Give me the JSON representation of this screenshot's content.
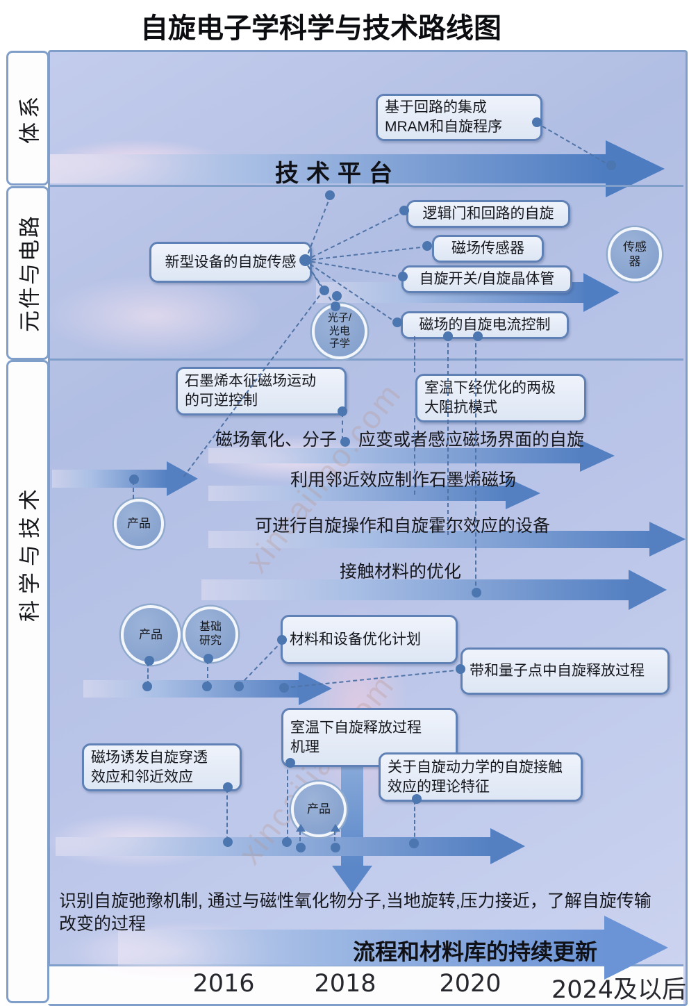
{
  "title": "自旋电子学科学与技术路线图",
  "watermark": "xincailiao.com",
  "bands": [
    {
      "label": "体系"
    },
    {
      "label": "元件与电路"
    },
    {
      "label": "科学与技术"
    }
  ],
  "system": {
    "platform_arrow_label": "技术平台",
    "mram_box": "基于回路的集成\nMRAM和自旋程序"
  },
  "components": {
    "hub_box": "新型设备的自旋传感",
    "logic_box": "逻辑门和回路的自旋",
    "field_sensor_box": "磁场传感器",
    "spin_switch_box": "自旋开关/自旋晶体管",
    "spin_current_box": "磁场的自旋电流控制",
    "sensor_circle": "传感\n器",
    "photonics_circle": "光子/\n光电\n子学"
  },
  "science": {
    "graphene_box": "石墨烯本征磁场运动\n的可逆控制",
    "room_temp_opt_box": "室温下经优化的两极\n大阻抗模式",
    "track1_left": "磁场氧化、分子",
    "track1_right": "应变或者感应磁场界面的自旋",
    "track2": "利用邻近效应制作石墨烯磁场",
    "track3": "可进行自旋操作和自旋霍尔效应的设备",
    "track4": "接触材料的优化",
    "product_circle_1": "产品",
    "product_circle_2": "产品",
    "basic_research_circle": "基础\n研究",
    "material_plan_box": "材料和设备优化计划",
    "band_qdot_box": "带和量子点中自旋释放过程",
    "room_temp_release_box": "室温下自旋释放过程\n机理",
    "induced_box": "磁场诱发自旋穿透\n效应和邻近效应",
    "theory_box": "关于自旋动力学的自旋接触\n效应的理论特征",
    "product_circle_3": "产品",
    "bottom_note": "识别自旋弛豫机制, 通过与磁性氧化物分子,当地旋转,压力接近，了解自旋传输\n改变的过程",
    "update_arrow_label": "流程和材料库的持续更新"
  },
  "timeline": {
    "labels": [
      "2016",
      "2018",
      "2020",
      "2024及以后"
    ]
  }
}
